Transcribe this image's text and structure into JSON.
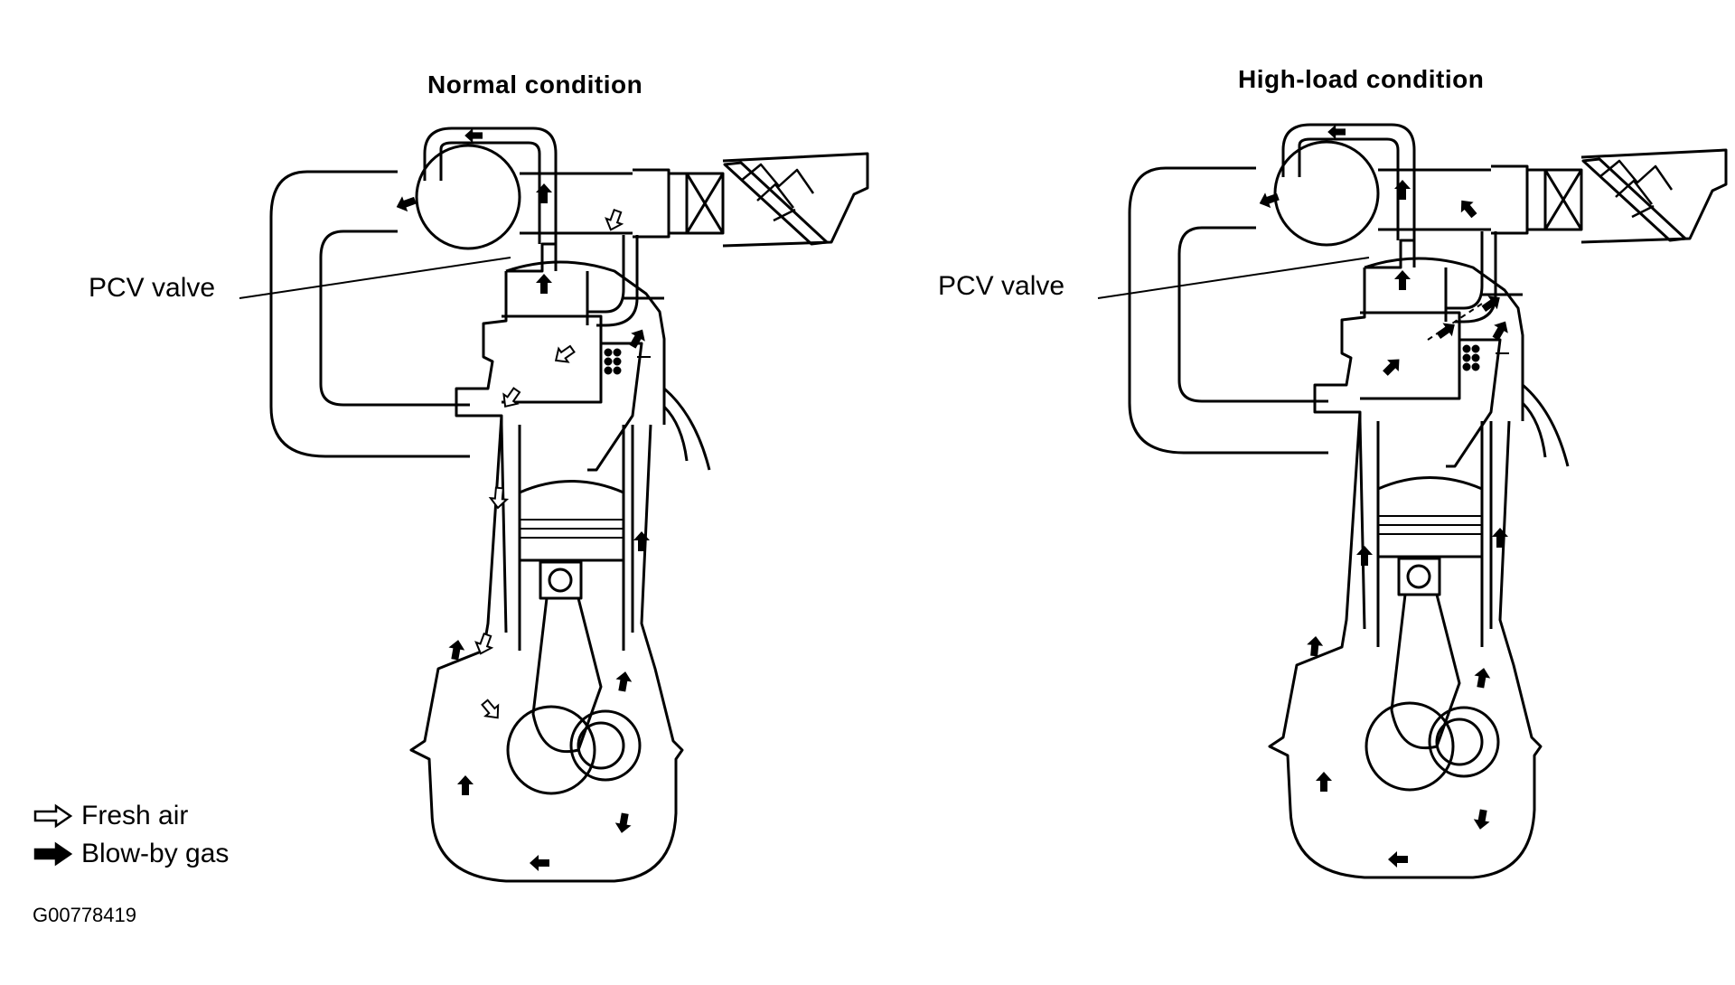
{
  "panels": {
    "normal": {
      "title": "Normal condition",
      "callout": "PCV valve"
    },
    "high_load": {
      "title": "High-load condition",
      "callout": "PCV valve"
    }
  },
  "legend": {
    "fresh_air": {
      "label": "Fresh air",
      "symbol": "hollow-arrow-icon"
    },
    "blow_by_gas": {
      "label": "Blow-by gas",
      "symbol": "solid-arrow-icon"
    }
  },
  "figure_id": "G00778419",
  "colors": {
    "line": "#000000",
    "background": "#ffffff"
  }
}
